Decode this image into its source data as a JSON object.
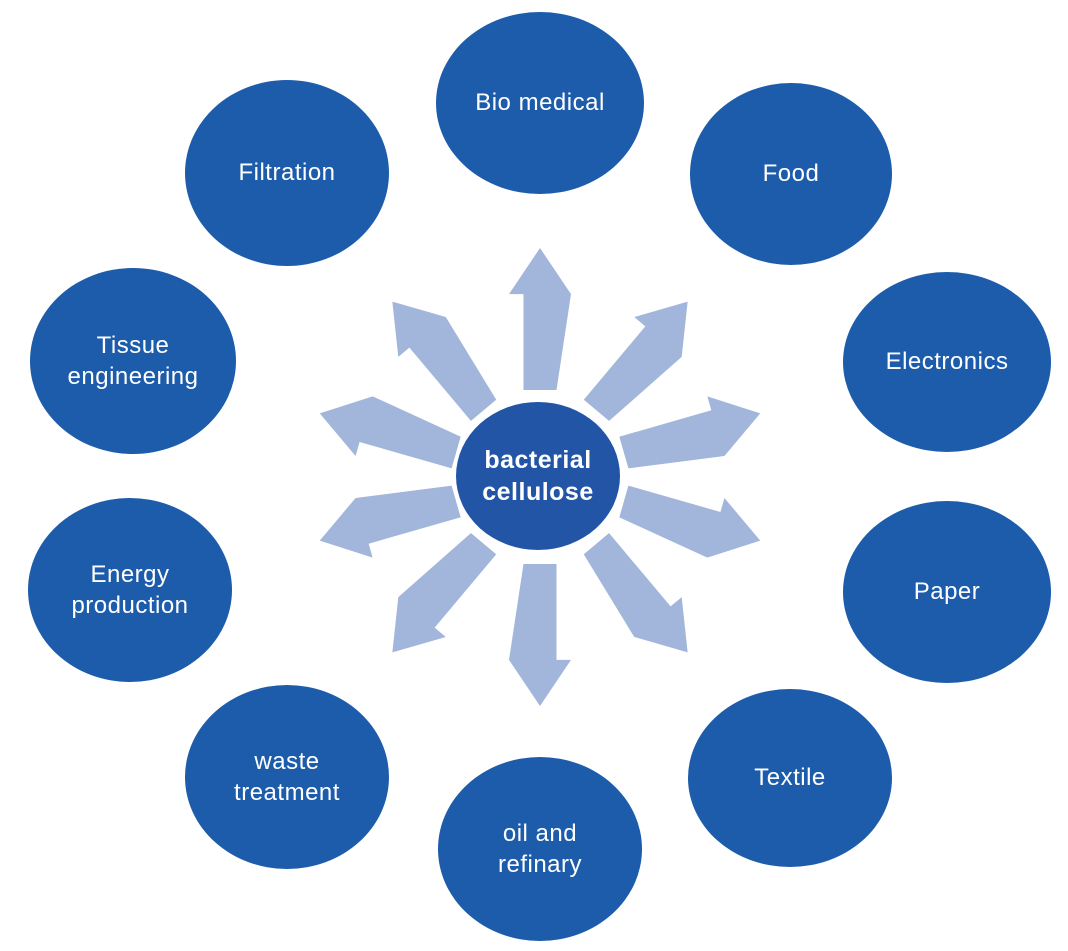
{
  "diagram": {
    "center": {
      "id": "bacterial-cellulose",
      "label": "bacterial cellulose"
    },
    "nodes": [
      {
        "id": "bio-medical",
        "label": "Bio medical"
      },
      {
        "id": "food",
        "label": "Food"
      },
      {
        "id": "electronics",
        "label": "Electronics"
      },
      {
        "id": "paper",
        "label": "Paper"
      },
      {
        "id": "textile",
        "label": "Textile"
      },
      {
        "id": "oil-and-refinary",
        "label": "oil and refinary"
      },
      {
        "id": "waste-treatment",
        "label": "waste treatment"
      },
      {
        "id": "energy-production",
        "label": "Energy production"
      },
      {
        "id": "tissue-engineering",
        "label": "Tissue engineering"
      },
      {
        "id": "filtration",
        "label": "Filtration"
      }
    ],
    "colors": {
      "node_fill": "#1d5cab",
      "center_fill": "#2355a6",
      "arrow_fill": "#a2b5db",
      "text": "#ffffff",
      "background": "#ffffff"
    }
  }
}
